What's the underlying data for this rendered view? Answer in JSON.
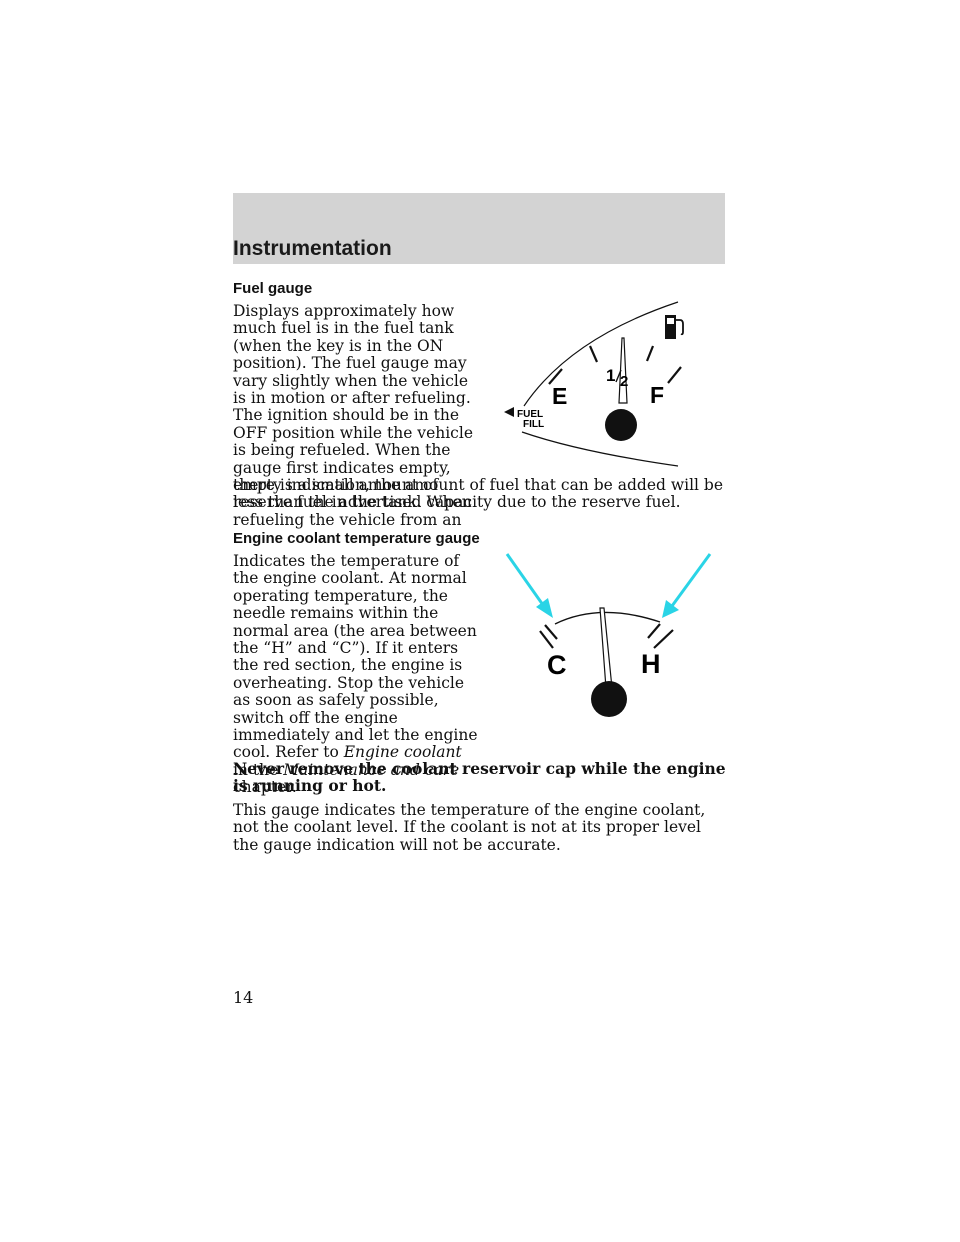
{
  "header": {
    "section_title": "Instrumentation"
  },
  "fuel": {
    "heading": "Fuel gauge",
    "body_narrow": "Displays approximately how much fuel is in the fuel tank (when the key is in the ON position). The fuel gauge may vary slightly when the vehicle is in motion or after refueling. The ignition should be in the OFF position while the vehicle is being refueled. When the gauge first indicates empty, there is a small amount of reserve fuel in the tank. When refueling the vehicle from an",
    "body_wide": "empty indication, the amount of fuel that can be added will be less than the advertised capacity due to the reserve fuel.",
    "gauge": {
      "label_e": "E",
      "label_f": "F",
      "label_half_num": "1",
      "label_half_den": "2",
      "fill_line1": "FUEL",
      "fill_line2": "FILL",
      "pump_icon": "fuel-pump-icon"
    }
  },
  "coolant": {
    "heading": "Engine coolant temperature gauge",
    "body_parts": {
      "p1": "Indicates the temperature of the engine coolant. At normal operating temperature, the needle remains within the normal area (the area between the “H” and “C”). If it enters the red section, the engine is overheating. Stop the vehicle as soon as safely possible, switch off the engine immediately and let the engine cool. Refer to ",
      "ref1": "Engine coolant",
      "p2": " in the ",
      "ref2": "Maintenance and care",
      "p3": " chapter."
    },
    "warning": "Never remove the coolant reservoir cap while the engine is running or hot.",
    "note": "This gauge indicates the temperature of the engine coolant, not the coolant level. If the coolant is not at its proper level the gauge indication will not be accurate.",
    "gauge": {
      "label_c": "C",
      "label_h": "H",
      "arrow_color": "#2ad4e6"
    }
  },
  "footer": {
    "page_number": "14"
  }
}
